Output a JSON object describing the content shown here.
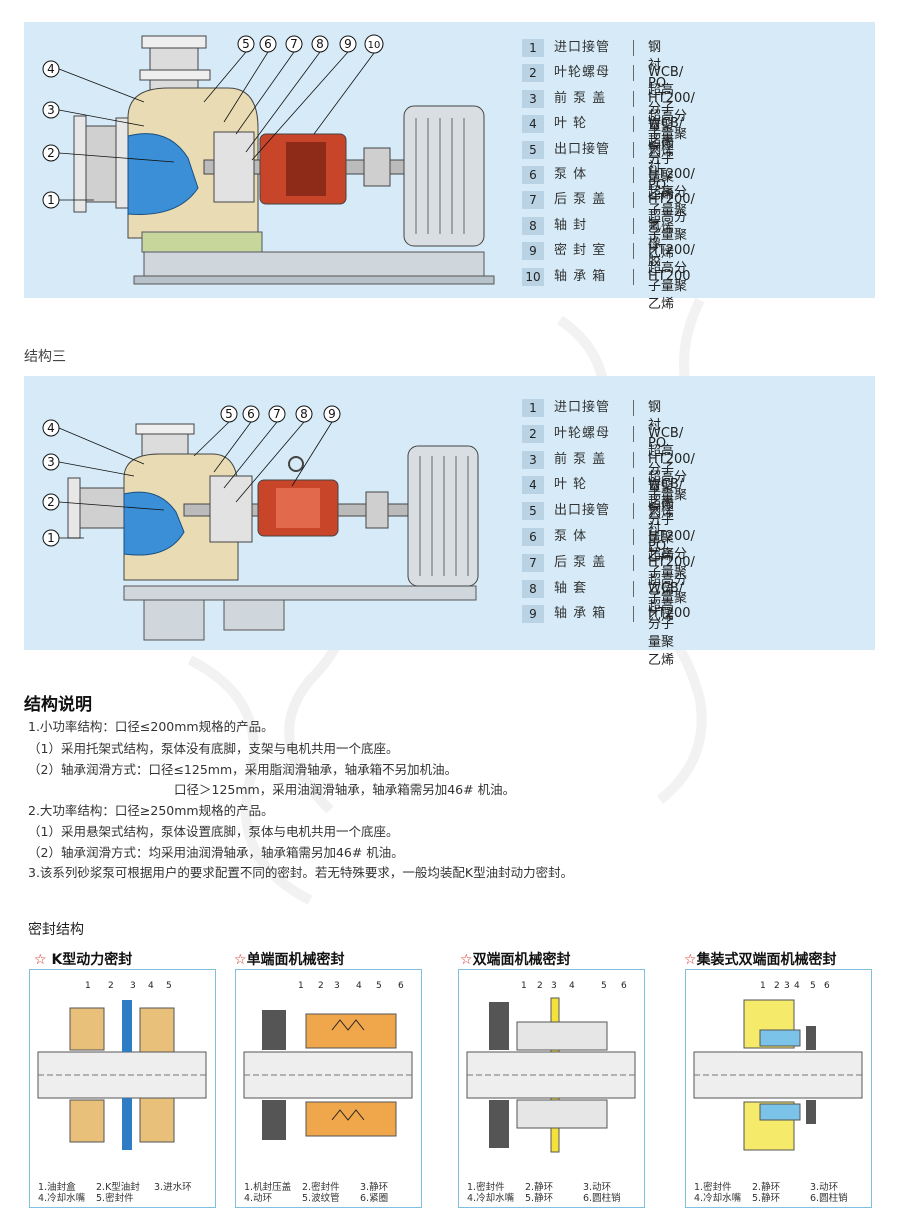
{
  "structure2": {
    "callouts": [
      "1",
      "2",
      "3",
      "4",
      "5",
      "6",
      "7",
      "8",
      "9",
      "10"
    ],
    "parts": [
      {
        "num": "1",
        "name": "进口接管",
        "material": "钢衬PO"
      },
      {
        "num": "2",
        "name": "叶轮螺母",
        "material": "WCB/超高分子量聚乙烯"
      },
      {
        "num": "3",
        "name": "前 泵 盖",
        "material": "HT200/超高分子量聚乙烯"
      },
      {
        "num": "4",
        "name": "叶     轮",
        "material": "WCB/超高分子量聚乙烯"
      },
      {
        "num": "5",
        "name": "出口接管",
        "material": "钢衬PO"
      },
      {
        "num": "6",
        "name": "泵     体",
        "material": "HT200/超高分子量聚乙烯"
      },
      {
        "num": "7",
        "name": "后 泵 盖",
        "material": "HT200/超高分子量聚乙烯"
      },
      {
        "num": "8",
        "name": "轴     封",
        "material": "氟橡胶"
      },
      {
        "num": "9",
        "name": "密 封 室",
        "material": "HT200/超高分子量聚乙烯"
      },
      {
        "num": "10",
        "name": "轴 承 箱",
        "material": "HT200"
      }
    ]
  },
  "structure3": {
    "label": "结构三",
    "callouts": [
      "1",
      "2",
      "3",
      "4",
      "5",
      "6",
      "7",
      "8",
      "9"
    ],
    "parts": [
      {
        "num": "1",
        "name": "进口接管",
        "material": "钢衬PO"
      },
      {
        "num": "2",
        "name": "叶轮螺母",
        "material": "WCB/超高分子量聚乙烯"
      },
      {
        "num": "3",
        "name": "前 泵 盖",
        "material": "HT200/超高分子量聚乙烯"
      },
      {
        "num": "4",
        "name": "叶     轮",
        "material": "WCB/超高分子量聚乙烯"
      },
      {
        "num": "5",
        "name": "出口接管",
        "material": "钢衬PO"
      },
      {
        "num": "6",
        "name": "泵     体",
        "material": "HT200/超高分子量聚乙烯"
      },
      {
        "num": "7",
        "name": "后 泵 盖",
        "material": "HT200/超高分子量聚乙烯"
      },
      {
        "num": "8",
        "name": "轴     套",
        "material": "WCB/超高分子量聚乙烯"
      },
      {
        "num": "9",
        "name": "轴 承 箱",
        "material": "HT200"
      }
    ]
  },
  "description": {
    "title": "结构说明",
    "lines": [
      "1.小功率结构：口径≤200mm规格的产品。",
      "（1）采用托架式结构，泵体没有底脚，支架与电机共用一个底座。",
      "（2）轴承润滑方式：口径≤125mm，采用脂润滑轴承，轴承箱不另加机油。",
      "口径＞125mm，采用油润滑轴承，轴承箱需另加46# 机油。",
      "2.大功率结构：口径≥250mm规格的产品。",
      "（1）采用悬架式结构，泵体设置底脚，泵体与电机共用一个底座。",
      "（2）轴承润滑方式：均采用油润滑轴承，轴承箱需另加46# 机油。",
      "3.该系列砂浆泵可根据用户的要求配置不同的密封。若无特殊要求，一般均装配K型油封动力密封。"
    ]
  },
  "seals": {
    "title": "密封结构",
    "items": [
      {
        "star": "☆",
        "name": "K型动力密封",
        "numbers": [
          "1",
          "2",
          "3",
          "4",
          "5"
        ],
        "legend": [
          "1.油封盒",
          "2.K型油封",
          "3.进水环",
          "4.冷却水嘴",
          "5.密封件"
        ]
      },
      {
        "star": "☆",
        "name": "单端面机械密封",
        "numbers": [
          "1",
          "2",
          "3",
          "4",
          "5",
          "6"
        ],
        "legend": [
          "1.机封压盖",
          "2.密封件",
          "3.静环",
          "4.动环",
          "5.波纹管",
          "6.紧圈"
        ]
      },
      {
        "star": "☆",
        "name": "双端面机械密封",
        "numbers": [
          "1",
          "2",
          "3",
          "4",
          "5",
          "6"
        ],
        "legend": [
          "1.密封件",
          "2.静环",
          "3.动环",
          "4.冷却水嘴",
          "5.静环",
          "6.圆柱销"
        ]
      },
      {
        "star": "☆",
        "name": "集装式双端面机械密封",
        "numbers": [
          "1",
          "2",
          "3",
          "4",
          "5",
          "6"
        ],
        "legend": [
          "1.密封件",
          "2.静环",
          "3.动环",
          "4.冷却水嘴",
          "5.静环",
          "6.圆柱销"
        ]
      }
    ]
  },
  "colors": {
    "panel": "#d6ebf7",
    "impeller_blue": "#3a8fd6",
    "motor_red": "#c8452a",
    "casing": "#e9dcb4",
    "star": "#d7261e"
  }
}
